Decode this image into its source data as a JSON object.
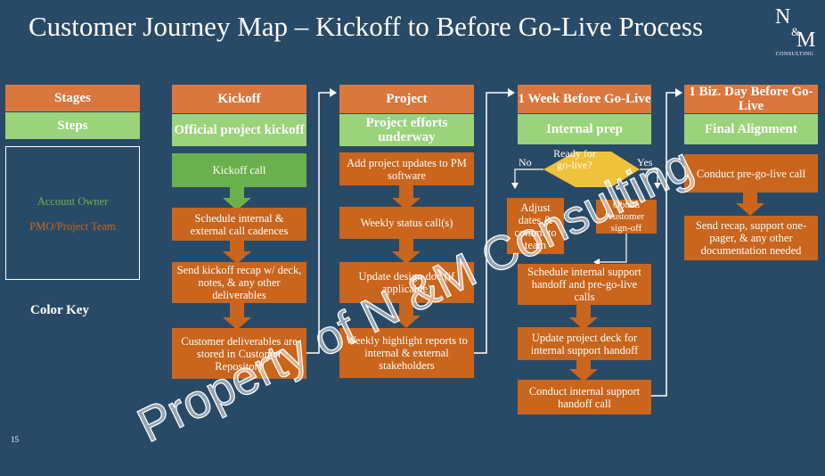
{
  "title": "Customer Journey Map – Kickoff to Before Go-Live Process",
  "logo": {
    "n": "N",
    "amp": "&",
    "m": "M",
    "sub": "CONSULTING"
  },
  "legend": {
    "stages": "Stages",
    "steps": "Steps",
    "account_owner": "Account Owner",
    "pmo_team": "PMO/Project Team",
    "color_key": "Color Key"
  },
  "colors": {
    "background": "#294a66",
    "stage": "#d9773e",
    "step": "#9bd37a",
    "account_owner": "#6ab04c",
    "pmo": "#c9651c",
    "decision": "#f0c23b"
  },
  "kickoff": {
    "stage": "Kickoff",
    "step": "Official project kickoff",
    "tasks": [
      "Kickoff call",
      "Schedule internal & external call cadences",
      "Send kickoff recap w/ deck, notes, & any other deliverables",
      "Customer deliverables are stored in Customer Repository"
    ]
  },
  "project": {
    "stage": "Project",
    "step": "Project efforts underway",
    "tasks": [
      "Add project updates to PM software",
      "Weekly status call(s)",
      "Update design doc (if applicable)",
      "Weekly highlight reports to internal & external stakeholders"
    ]
  },
  "week_before": {
    "stage": "1 Week Before Go-Live",
    "step": "Internal prep",
    "decision": "Ready for go-live?",
    "no_label": "No",
    "yes_label": "Yes",
    "no_task": "Adjust dates & comm. to team",
    "yes_task": "Obtain customer sign-off",
    "tasks": [
      "Schedule internal support handoff and pre-go-live calls",
      "Update project deck for internal support handoff",
      "Conduct internal support handoff call"
    ]
  },
  "biz_day": {
    "stage": "1 Biz. Day Before Go-Live",
    "step": "Final Alignment",
    "tasks": [
      "Conduct pre-go-live call",
      "Send recap, support one-pager, & any other documentation needed"
    ]
  },
  "watermark": "Property of N &M Consulting",
  "page_number": "15"
}
